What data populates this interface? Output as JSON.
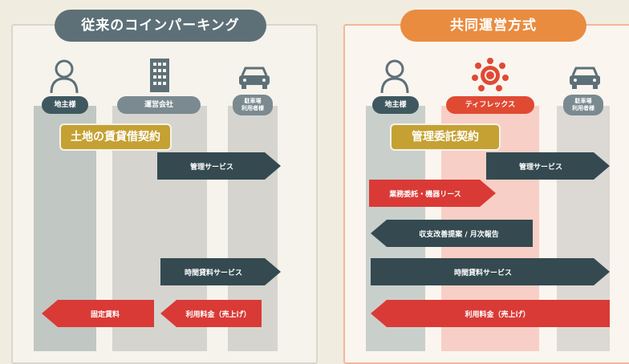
{
  "left": {
    "title": "従来のコインパーキング",
    "pills": {
      "landowner": "地主様",
      "operator": "運営会社",
      "users": "駐車場\n利用者様"
    },
    "contract": "土地の賃貸借契約",
    "arrows": {
      "management": "管理サービス",
      "hourly": "時間貸料サービス",
      "fixed_rent": "固定賃料",
      "usage_fee": "利用料金（売上げ）"
    }
  },
  "right": {
    "title": "共同運営方式",
    "pills": {
      "landowner": "地主様",
      "company": "ティフレックス",
      "users": "駐車場\n利用者様"
    },
    "contract": "管理委託契約",
    "arrows": {
      "management": "管理サービス",
      "outsource": "業務委託・機器リース",
      "report": "収支改善提案 / 月次報告",
      "hourly": "時間貸料サービス",
      "usage_fee": "利用料金（売上げ）"
    }
  },
  "colors": {
    "slate": "#5d7078",
    "orange": "#e98c40",
    "gold": "#c5a133",
    "dark_arrow": "#344a50",
    "red_arrow": "#d93a36",
    "tiflex_red": "#e04a33"
  },
  "icons": [
    "person-icon",
    "building-icon",
    "car-icon",
    "tiflex-logo-icon"
  ]
}
